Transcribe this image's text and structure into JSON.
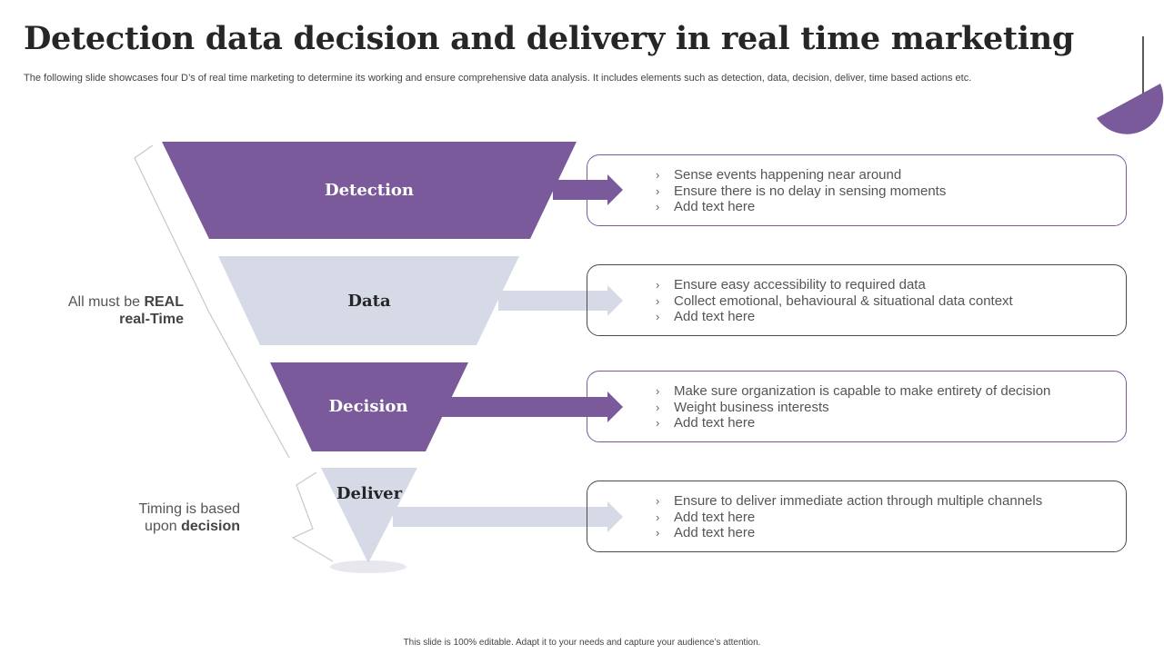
{
  "slide": {
    "title": "Detection data decision and delivery in real time marketing",
    "subtitle": "The following slide showcases four D’s of real time marketing to determine its working and ensure comprehensive data analysis. It includes elements such as detection, data, decision, deliver, time based actions etc.",
    "footer": "This slide is 100% editable.  Adapt it to your needs and capture your audience’s attention."
  },
  "colors": {
    "purple": "#7b5a9c",
    "light": "#d6dae6",
    "dark_text": "#262626"
  },
  "side_labels": {
    "realtime": {
      "prefix": "All must be ",
      "strong1": "REAL",
      "line2": "real-Time"
    },
    "timing": {
      "line1": "Timing is based",
      "prefix": "upon ",
      "strong": "decision"
    }
  },
  "stages": [
    {
      "label": "Detection",
      "color": "purple",
      "bullets": [
        "Sense events happening near around",
        "Ensure there is no delay in sensing moments",
        "Add text here"
      ]
    },
    {
      "label": "Data",
      "color": "light",
      "bullets": [
        "Ensure easy accessibility to required data",
        "Collect emotional, behavioural & situational data context",
        "Add text here"
      ]
    },
    {
      "label": "Decision",
      "color": "purple",
      "bullets": [
        "Make sure organization is capable to make entirety of decision",
        "Weight business interests",
        "Add text here"
      ]
    },
    {
      "label": "Deliver",
      "color": "light",
      "bullets": [
        "Ensure to deliver immediate action through multiple channels",
        "Add text here",
        "Add text here"
      ]
    }
  ],
  "icons": {
    "bullet": "chevron-right-icon"
  }
}
